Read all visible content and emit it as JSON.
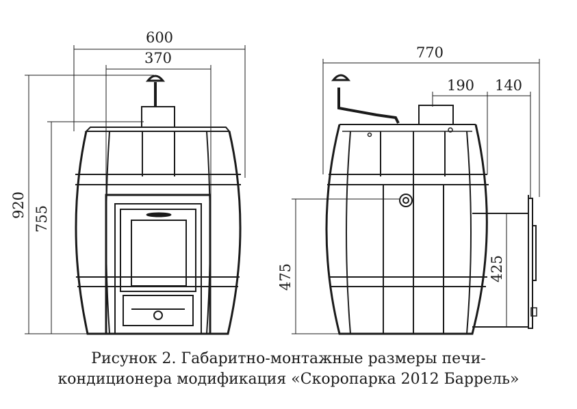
{
  "dimensions": {
    "front_width": "600",
    "door_width": "370",
    "total_height": "920",
    "barrel_height": "755",
    "side_width": "770",
    "chimney_offset": "190",
    "tank_offset": "140",
    "side_mid_height": "475",
    "connect_height": "425"
  },
  "caption": {
    "line1": "Рисунок 2. Габаритно-монтажные размеры печи-",
    "line2": "кондиционера модификация «Скоропарка 2012 Баррель»"
  }
}
